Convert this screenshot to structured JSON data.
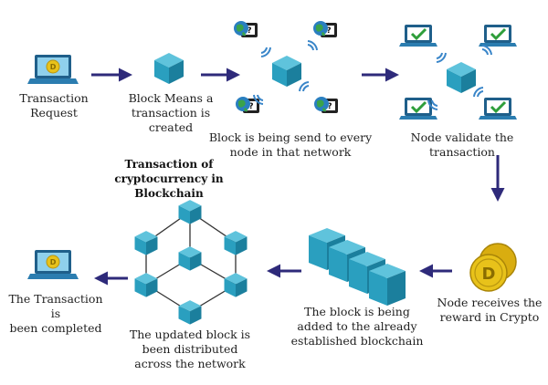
{
  "title": {
    "line1": "Transaction of cryptocurrency in",
    "line2": "Blockchain"
  },
  "steps": [
    {
      "id": "request",
      "lines": [
        "Transaction",
        "Request"
      ]
    },
    {
      "id": "block-created",
      "lines": [
        "Block Means a",
        "transaction is",
        "created"
      ]
    },
    {
      "id": "broadcast",
      "lines": [
        "Block is being send to every",
        "node in that network"
      ]
    },
    {
      "id": "validate",
      "lines": [
        "Node validate the",
        "transaction"
      ]
    },
    {
      "id": "reward",
      "lines": [
        "Node receives the",
        "reward in Crypto"
      ]
    },
    {
      "id": "added",
      "lines": [
        "The block is being",
        "added to the already",
        "established blockchain"
      ]
    },
    {
      "id": "distributed",
      "lines": [
        "The updated block is",
        "been distributed",
        "across the network"
      ]
    },
    {
      "id": "completed",
      "lines": [
        "The Transaction is",
        "been completed"
      ]
    }
  ],
  "icons": {
    "laptop": "laptop-icon",
    "block": "cube-block-icon",
    "globe_computer": "globe-computer-icon",
    "validated_laptop": "check-laptop-icon",
    "coin": "crypto-coin-icon",
    "chain": "blockchain-icon",
    "network": "network-cube-icon"
  },
  "colors": {
    "arrow": "#2e2a7a",
    "cube_top": "#5fc3dc",
    "cube_left": "#2a9fbf",
    "cube_right": "#1b7f9d",
    "signal": "#3a86c9",
    "check": "#2e9e3a",
    "coin": "#e8c21a"
  }
}
